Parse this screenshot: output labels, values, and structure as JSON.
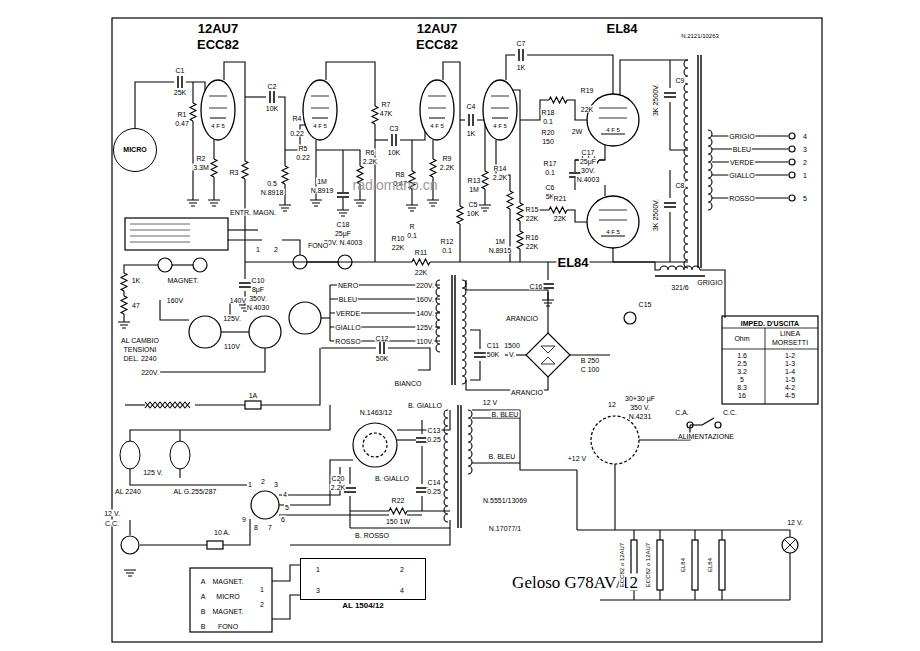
{
  "diagram": {
    "nodes": [
      {
        "text": [
          "MICRO"
        ]
      },
      {
        "text": [
          "IMPED. D'USCITA"
        ]
      },
      {
        "text": [
          "AL 1504/12"
        ]
      }
    ],
    "labels": [
      "12AU7",
      "ECC82",
      "12AU7",
      "ECC82",
      "EL84",
      "EL84",
      "N.2121/10263",
      "C1",
      "25K",
      "R1",
      "0.47",
      "R2",
      "3.3M",
      "R3",
      "C2",
      "10K",
      "R4",
      "0.22",
      "R5",
      "0.22",
      "0.5",
      "N.8918",
      "1M",
      "N.8919",
      "R6",
      "2.2K",
      "R7",
      "47K",
      "C3",
      "10K",
      "R8",
      "0.47",
      "C18",
      "25μF",
      "30V. N.4003",
      "R9",
      "2.2K",
      "C4",
      "1K",
      "R13",
      "1M",
      "R14",
      "2.2K",
      "C5",
      "10K",
      "1M",
      "N.8915",
      "R15",
      "22K",
      "R16",
      "22K",
      "R10",
      "22K",
      "R",
      "0.1",
      "R12",
      "0.1",
      "R11",
      "22K",
      "C7",
      "1K",
      "R18",
      "0.1",
      "R20",
      "150",
      "R19",
      "22K",
      "2W",
      "R17",
      "0.1",
      "C17",
      "25μF",
      "30V.",
      "N.4003",
      "C6",
      "5K",
      "R21",
      "22K",
      "3K 2500V.",
      "3K 2500V.",
      "C9",
      "C8",
      "GRIGIO",
      "BLEU",
      "VERDE",
      "GIALLO",
      "ROSSO",
      "4",
      "3",
      "2",
      "1",
      "5",
      "GRIGIO",
      "321/6",
      "C16",
      "C15",
      "ENTR. MAGN.",
      "1",
      "2",
      "FONO",
      "MAGNET.",
      "1K",
      "47",
      "C10",
      "8μF",
      "350V.",
      "N.4030",
      "NERO",
      "220V.",
      "BLEU",
      "160V.",
      "VERDE",
      "140V.",
      "GIALLO",
      "125V.",
      "ROSSO",
      "110V.",
      "160V",
      "140V",
      "125V.",
      "110V",
      "220V.",
      "AL CAMBIO",
      "TENSIONI",
      "DEL. 2240",
      "C12",
      "50K",
      "BIANCO",
      "C11",
      "50K",
      "1500",
      "V.",
      "ARANCIO",
      "ARANCIO",
      "B 250",
      "C 100",
      "30+30 μF",
      "350 V.",
      "N.4231",
      "1A",
      "N.1463/12",
      "B. GIALLO",
      "C13",
      "0.25",
      "12 V",
      "B. BLEU",
      "B. BLEU",
      "C20",
      "2.2K",
      "R22",
      "150 1W",
      "C14",
      "0.25",
      "B. GIALLO",
      "N.5551/13069",
      "B. ROSSO",
      "N.17077/1",
      "125 V.",
      "AL 2240",
      "AL G.255/287",
      "10 A.",
      "12 V.",
      "C.C.",
      "1",
      "2",
      "3",
      "4",
      "5",
      "6",
      "7",
      "8",
      "9",
      "A",
      "MAGNET.",
      "1",
      "A",
      "MICRO",
      "B",
      "MAGNET.",
      "2",
      "B",
      "FONO",
      "1",
      "2",
      "3",
      "4",
      "Geloso G78AV/12",
      "C.A.",
      "C.C.",
      "ALIMENTAZIONE",
      "+12 V",
      "12",
      "ECC82 o 12AU7",
      "ECC82 o 12AU7",
      "EL84",
      "EL84",
      "12 V.",
      "Ohm",
      "LINEA",
      "MORSETTI",
      "1.6",
      "1-2",
      "2.5",
      "1-3",
      "3.2",
      "1-4",
      "5",
      "1-5",
      "8.3",
      "4-2",
      "16",
      "4-5",
      "4 F 5",
      "4 F 5",
      "4 F 5",
      "4 F 5",
      "4 F 5",
      "4 F 5",
      "radiomano.cn"
    ]
  }
}
